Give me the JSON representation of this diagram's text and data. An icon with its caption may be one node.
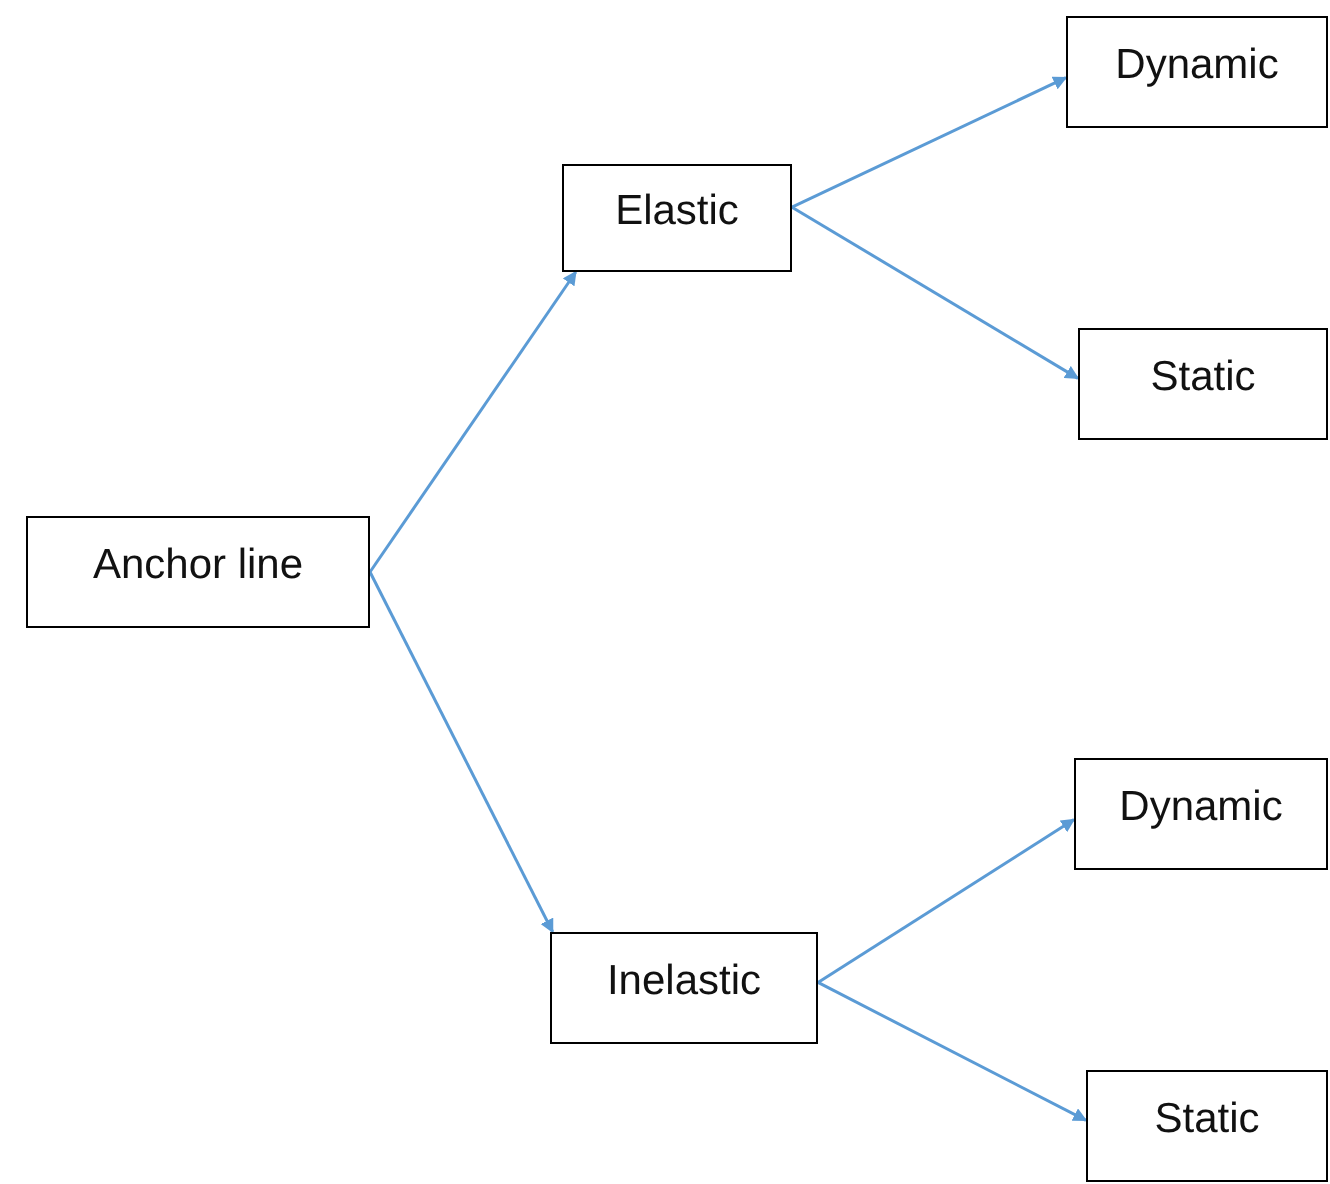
{
  "diagram": {
    "nodes": [
      {
        "text": [
          "Anchor line"
        ]
      },
      {
        "text": [
          "Elastic"
        ]
      },
      {
        "text": [
          "Dynamic"
        ]
      },
      {
        "text": [
          "Static"
        ]
      },
      {
        "text": [
          "Inelastic"
        ]
      },
      {
        "text": [
          "Dynamic"
        ]
      },
      {
        "text": [
          "Static"
        ]
      }
    ],
    "edges": [
      {
        "from": 0,
        "to": 1,
        "arrow": "to"
      },
      {
        "from": 1,
        "to": 2,
        "arrow": "to"
      },
      {
        "from": 1,
        "to": 3,
        "arrow": "to"
      },
      {
        "from": 0,
        "to": 4,
        "arrow": "to"
      },
      {
        "from": 4,
        "to": 5,
        "arrow": "to"
      },
      {
        "from": 4,
        "to": 6,
        "arrow": "to"
      }
    ]
  }
}
